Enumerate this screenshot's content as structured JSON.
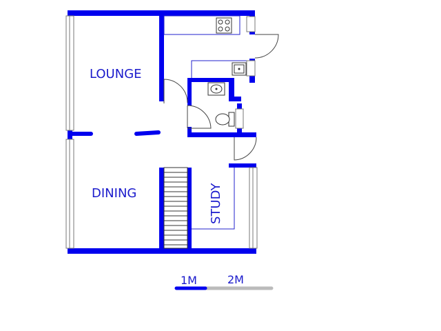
{
  "rooms": {
    "lounge": "LOUNGE",
    "dining": "DINING",
    "study": "STUDY"
  },
  "scale": {
    "label_1": "1M",
    "label_2": "2M"
  },
  "colors": {
    "wall": "#0000ee",
    "label": "#1a1acc",
    "scale_bar_filled": "#0000ee",
    "scale_bar_empty": "#bbbbbb"
  }
}
